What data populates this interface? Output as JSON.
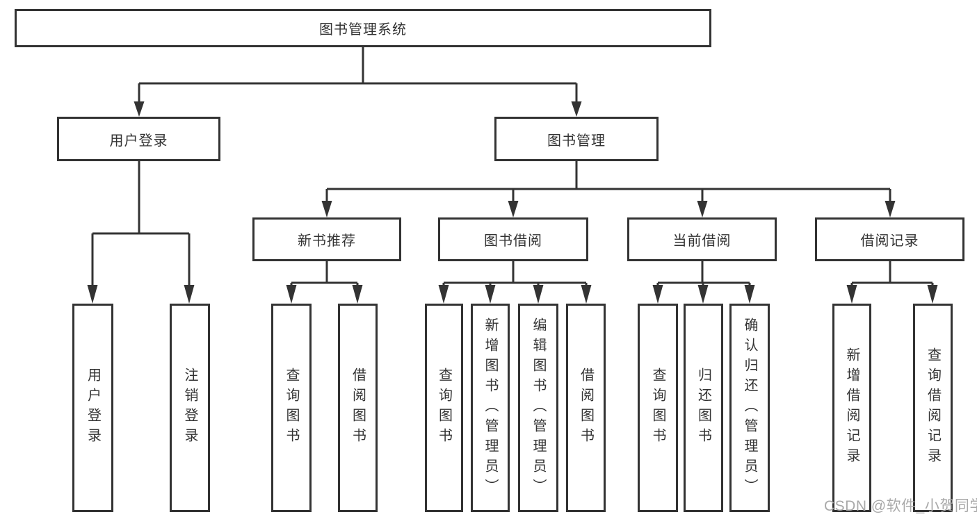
{
  "root": {
    "label": "图书管理系统"
  },
  "branches": [
    {
      "label": "用户登录"
    },
    {
      "label": "图书管理"
    }
  ],
  "sections": [
    {
      "label": "新书推荐"
    },
    {
      "label": "图书借阅"
    },
    {
      "label": "当前借阅"
    },
    {
      "label": "借阅记录"
    }
  ],
  "leaves": [
    {
      "label": "用户登录"
    },
    {
      "label": "注销登录"
    },
    {
      "label": "查询图书"
    },
    {
      "label": "借阅图书"
    },
    {
      "label": "查询图书"
    },
    {
      "label": "新增图书（管理员）"
    },
    {
      "label": "编辑图书（管理员）"
    },
    {
      "label": "借阅图书"
    },
    {
      "label": "查询图书"
    },
    {
      "label": "归还图书"
    },
    {
      "label": "确认归还（管理员）"
    },
    {
      "label": "新增借阅记录"
    },
    {
      "label": "查询借阅记录"
    }
  ],
  "watermark": {
    "text": "CSDN @软件_小贺同学"
  },
  "colors": {
    "line": "#333333",
    "text": "#333333",
    "watermark_text": "#a9a9a9",
    "background": "#ffffff"
  }
}
